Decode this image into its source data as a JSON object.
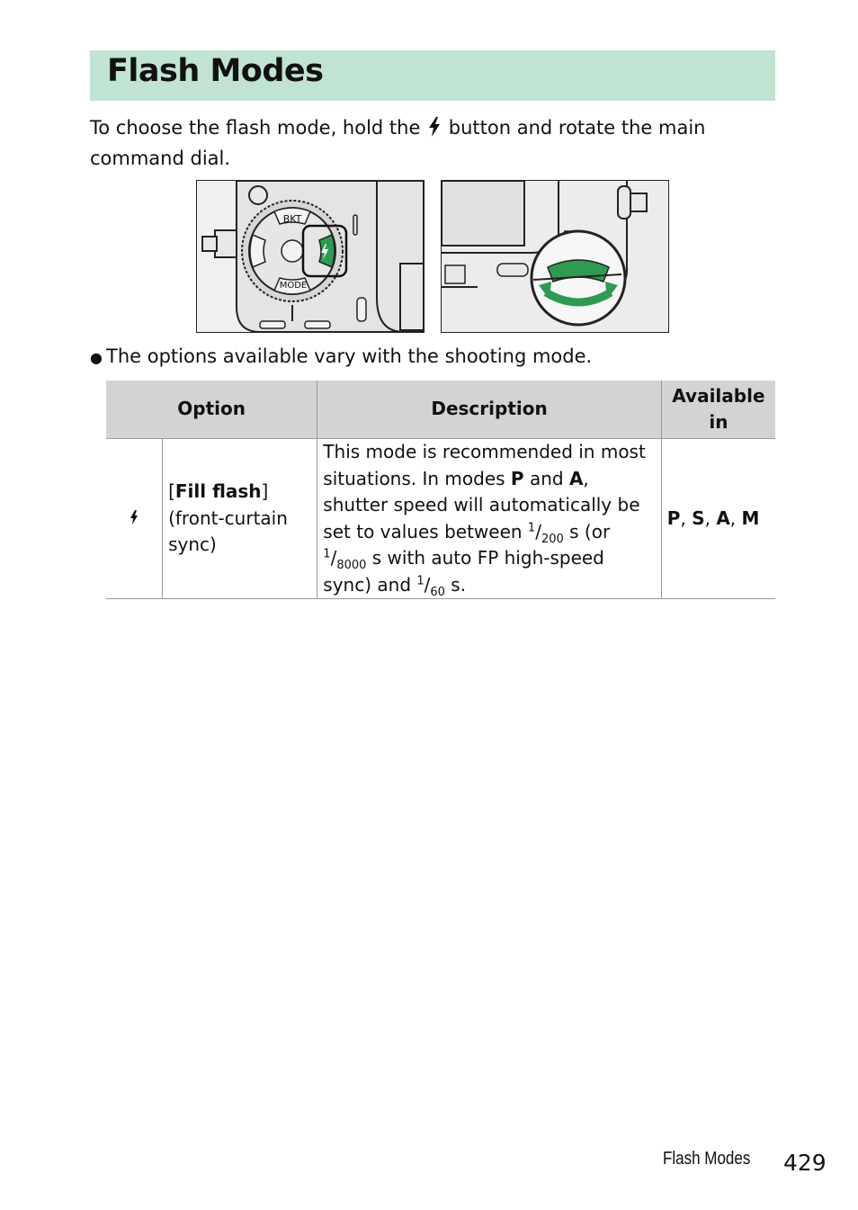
{
  "page": {
    "title": "Flash Modes",
    "intro_before_icon": "To choose the flash mode, hold the",
    "intro_after_icon": "button and rotate the main command dial.",
    "intro_icon": "flash-bolt-icon",
    "figure_left_labels": {
      "top": "BKT",
      "bottom": "MODE"
    },
    "bullet": "The options available vary with the shooting mode.",
    "accent_color": "#c0e3d2",
    "highlight_green": "#2f9a52"
  },
  "table": {
    "headers": {
      "option": "Option",
      "description": "Description",
      "available": "Available in"
    },
    "rows": [
      {
        "icon": "flash-bolt-icon",
        "option_bracket_open": "[",
        "option_name": "Fill flash",
        "option_bracket_close": "]",
        "option_sub": "(front-curtain sync)",
        "desc_1": "This mode is recommended in most situations. In modes ",
        "desc_p": "P",
        "desc_2": " and ",
        "desc_a": "A",
        "desc_3": ", shutter speed will automatically be set to values between ",
        "frac1_num": "1",
        "frac1_den": "200",
        "desc_4": " s (or ",
        "frac2_num": "1",
        "frac2_den": "8000",
        "desc_5": " s with auto FP high-speed sync) and ",
        "frac3_num": "1",
        "frac3_den": "60",
        "desc_6": " s.",
        "avail_p": "P",
        "avail_s": "S",
        "avail_a": "A",
        "avail_m": "M",
        "sep": ", "
      }
    ]
  },
  "footer": {
    "section": "Flash Modes",
    "page_number": "429"
  }
}
